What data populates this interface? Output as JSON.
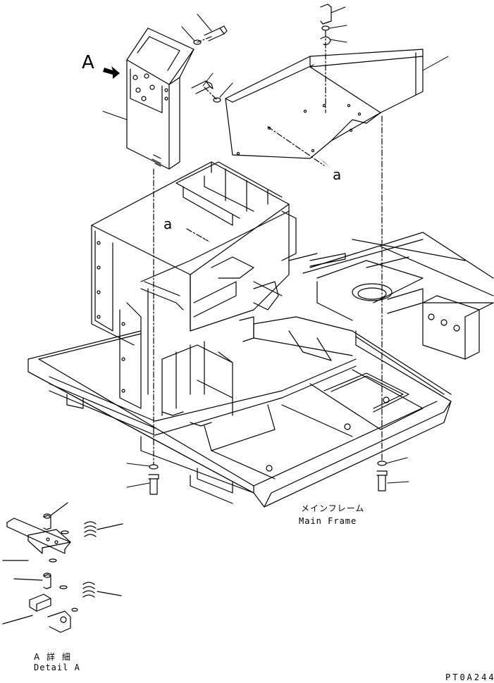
{
  "labels": {
    "view_arrow": "A",
    "callout_right": "a",
    "callout_left": "a",
    "main_frame_jp": "メインフレーム",
    "main_frame_en": "Main Frame",
    "detail_jp": "A 詳 細",
    "detail_en": "Detail A",
    "figure_code": "PT0A244"
  }
}
